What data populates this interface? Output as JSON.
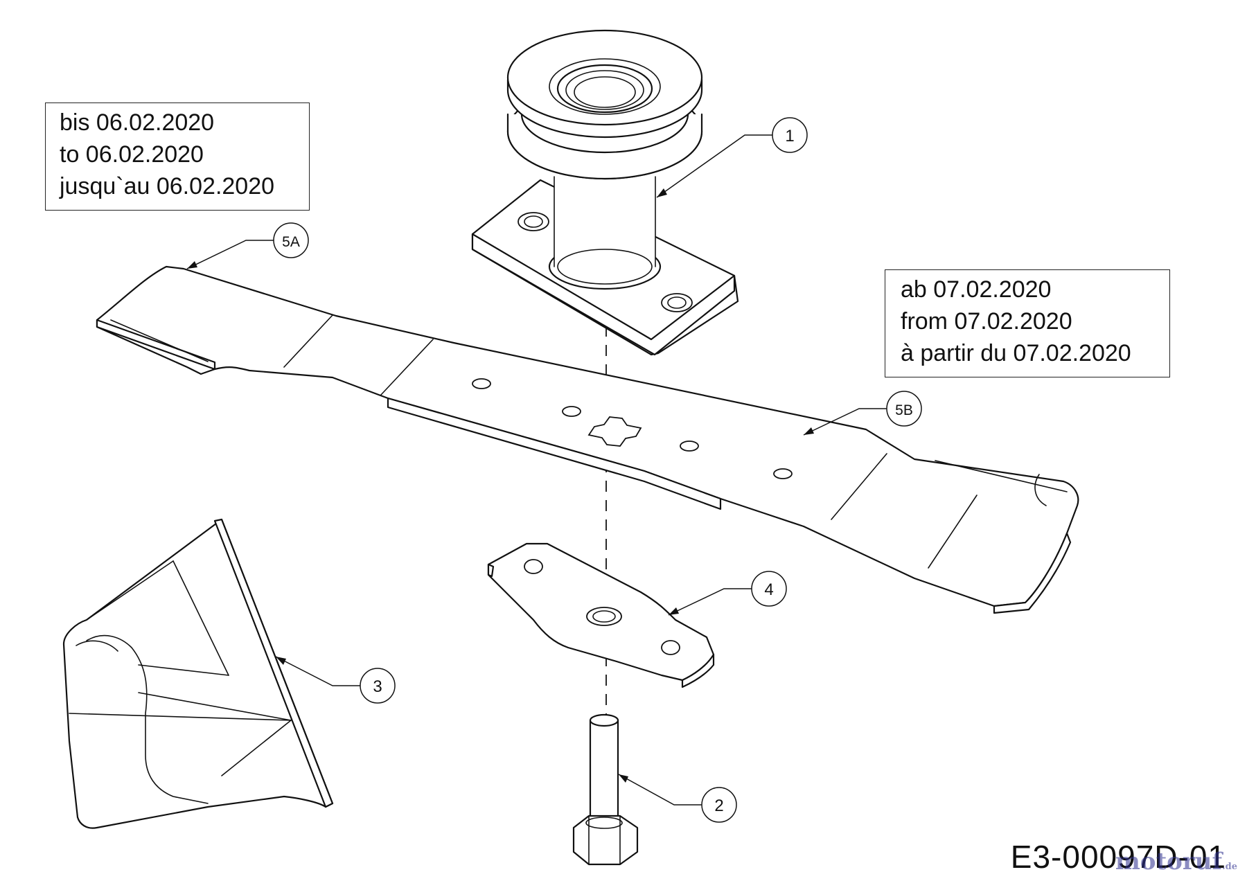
{
  "notes": {
    "before": [
      "bis 06.02.2020",
      "to 06.02.2020",
      "jusqu`au 06.02.2020"
    ],
    "after": [
      "ab 07.02.2020",
      "from 07.02.2020",
      "à partir du 07.02.2020"
    ]
  },
  "callouts": {
    "spindle": "1",
    "bolt": "2",
    "mulch_plug": "3",
    "blade_adapter": "4",
    "blade_old": "5A",
    "blade_new": "5B"
  },
  "drawing_code": "E3-00097D-01",
  "watermark": {
    "brand": "motoruf",
    "suffix": ".de"
  }
}
